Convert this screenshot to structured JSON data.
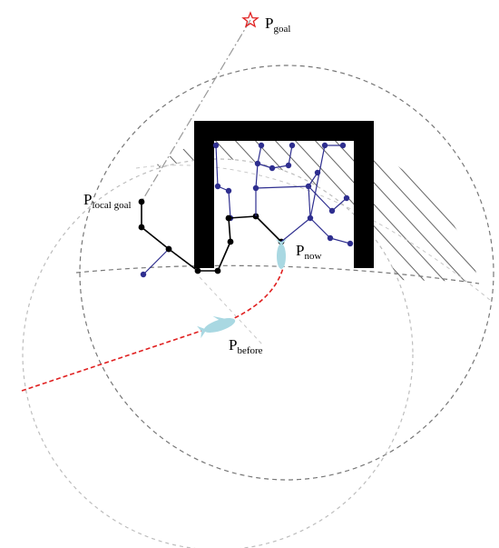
{
  "labels": {
    "goal": {
      "main": "P",
      "sub": "goal"
    },
    "local_goal": {
      "main": "P",
      "sub": "local goal"
    },
    "now": {
      "main": "P",
      "sub": "now"
    },
    "before": {
      "main": "P",
      "sub": "before"
    }
  },
  "colors": {
    "obstacle": "#000000",
    "tree_blue": "#2e2e8f",
    "path_black": "#000000",
    "trajectory": "#e02020",
    "vehicle": "#a9d8e2",
    "goal_star": "#e02020",
    "outer_circle": "#777777",
    "left_circle": "#bdbdbd",
    "hatch": "#666666"
  },
  "icons": {
    "goal": "star-outline-icon",
    "vehicle_now": "fish-vehicle-icon",
    "vehicle_before": "fish-vehicle-icon"
  }
}
